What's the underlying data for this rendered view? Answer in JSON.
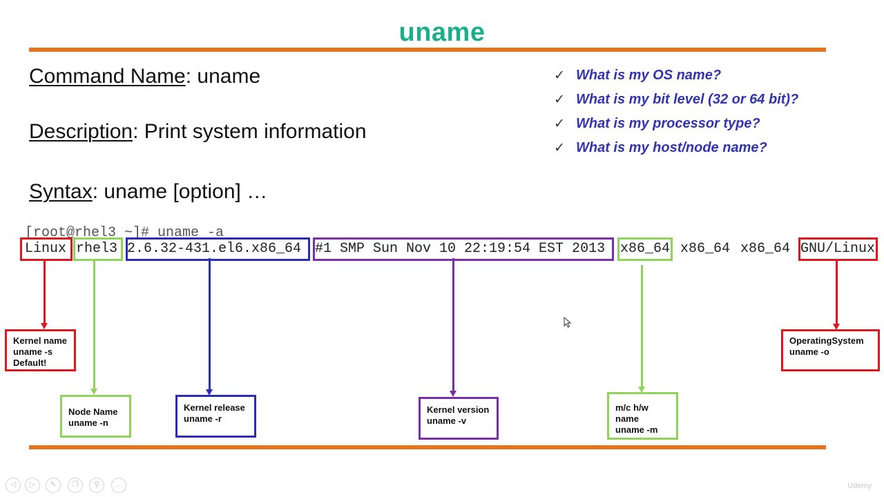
{
  "slide": {
    "title": "uname",
    "command_label": "Command Name",
    "command_value": ": uname",
    "description_label": "Description",
    "description_value": ": Print system information",
    "syntax_label": "Syntax",
    "syntax_value": ": uname [option] …",
    "questions": [
      "What is my OS name?",
      "What is my bit level (32 or 64 bit)?",
      "What is my processor type?",
      "What is my host/node name?"
    ],
    "check_glyph": "✓"
  },
  "terminal": {
    "prompt_line": "[root@rhel3 ~]# uname -a",
    "kernel_name": "Linux",
    "node_name": "rhel3",
    "kernel_release": "2.6.32-431.el6.x86_64",
    "kernel_version": "#1 SMP Sun Nov 10 22:19:54 EST 2013",
    "machine": "x86_64",
    "processor": "x86_64",
    "hardware_platform": "x86_64",
    "operating_system": "GNU/Linux"
  },
  "annotations": {
    "kernel_name": [
      "Kernel name",
      "uname -s",
      "Default!"
    ],
    "node_name": [
      "Node Name",
      "uname -n"
    ],
    "kernel_release": [
      "Kernel release",
      "uname -r"
    ],
    "kernel_version": [
      "Kernel version",
      "uname -v"
    ],
    "machine": [
      "m/c h/w name",
      "uname -m"
    ],
    "operating_system": [
      "OperatingSystem",
      "uname -o"
    ]
  },
  "colors": {
    "title": "#1aae8a",
    "rule": "#e8731c",
    "questions": "#3034b0",
    "red": "#e0161e",
    "green": "#8fd45a",
    "blue": "#2b2bb8",
    "purple": "#7a2fa8"
  },
  "player": {
    "controls": [
      "prev-icon",
      "next-icon",
      "pen-icon",
      "copy-icon",
      "zoom-icon",
      "more-icon"
    ],
    "brand": "Udemy"
  }
}
